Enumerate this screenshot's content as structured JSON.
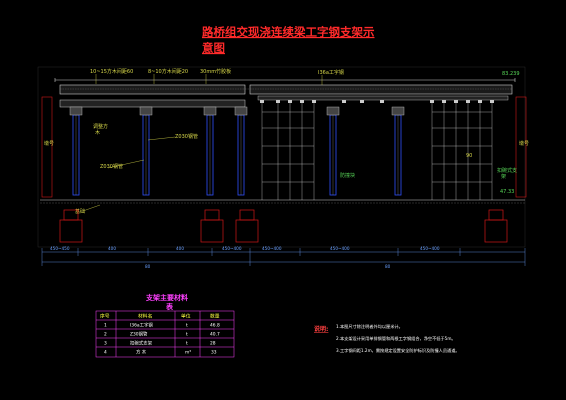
{
  "title": {
    "line1": "路桥组交现浇连续梁工字钢支架示",
    "line2": "意图"
  },
  "labels": {
    "left_top_1": "10~15方木间距60",
    "left_top_2": "8~10方木间距20",
    "left_top_3": "30mm竹胶板",
    "right_top_1": "I36a工字钢",
    "elevation": "83.239",
    "left_side": "墩号",
    "right_side": "墩号",
    "ad_1": "调整方",
    "ad_2": "木",
    "pipe_1": "Z030钢管",
    "pipe_2": "Z030钢管",
    "foundation": "基础",
    "support": "防撞块",
    "right_mid_1": "扣碗式支",
    "right_mid_2": "架",
    "height_90": "90",
    "bottom_elev": "47.33"
  },
  "dimensions": {
    "d1": "450~450",
    "d2": "400",
    "d3": "400",
    "d4": "450~400",
    "d5": "450~400",
    "d6": "450~400",
    "d7": "450~400",
    "total_left": "80",
    "total_right": "80"
  },
  "materials": {
    "title": "支架主要材料",
    "title_sub": "表",
    "headers": [
      "序号",
      "材料名",
      "单位",
      "数量"
    ],
    "rows": [
      [
        "1",
        "I36a工字钢",
        "t",
        "46.8"
      ],
      [
        "2",
        "Z30钢管",
        "t",
        "40.7"
      ],
      [
        "3",
        "扣碗式支架",
        "t",
        "28"
      ],
      [
        "4",
        "方 木",
        "m³",
        "33"
      ]
    ]
  },
  "notes": {
    "label": "说明:",
    "lines": [
      "1.本图尺寸除注明者外均以厘米计。",
      "2.本支架设计采用单排钢管和两根工字钢组合，净空不低于5m。",
      "3.工字钢间距1.2m，需按规定设置安全防护标识及防撞人员通道。"
    ]
  },
  "colors": {
    "background": "#000000",
    "title": "#ff2a2a",
    "label": "#d8d84a",
    "dimension": "#6aa0ff",
    "pier": "#d01818",
    "table_border": "#ff40ff"
  }
}
